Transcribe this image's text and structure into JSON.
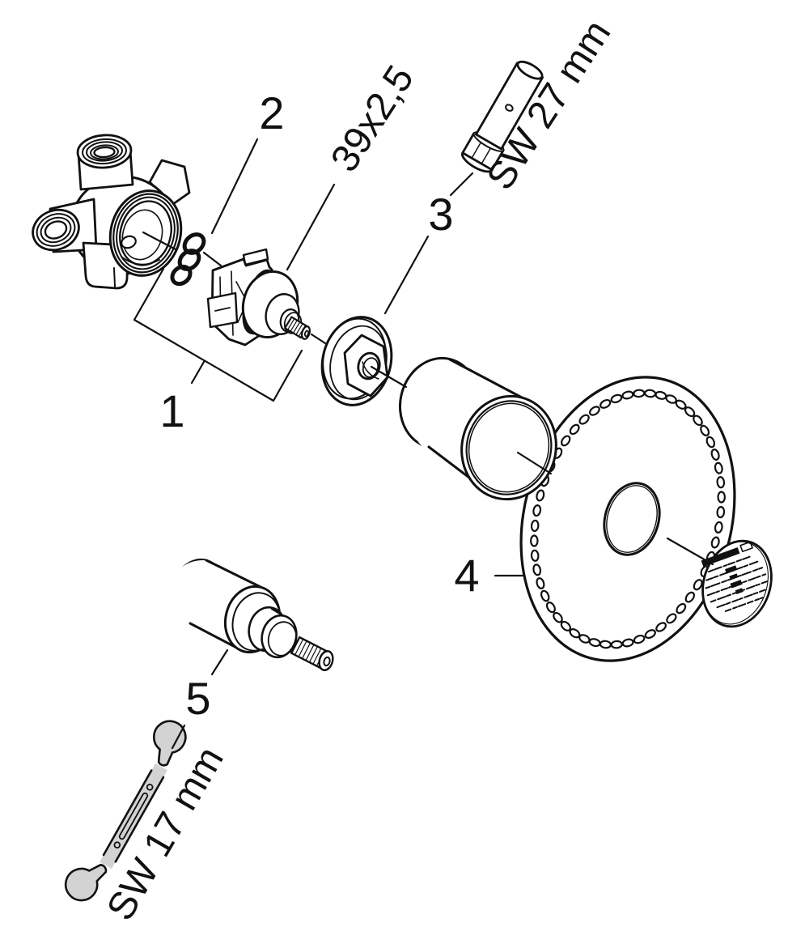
{
  "figure": {
    "type": "exploded-parts-diagram",
    "background_color": "#ffffff",
    "line_color": "#111111",
    "tool_fill_gray": "#d3d3d3"
  },
  "callouts": [
    {
      "number": "1"
    },
    {
      "number": "2"
    },
    {
      "number": "3"
    },
    {
      "number": "4"
    },
    {
      "number": "5"
    }
  ],
  "annotations": {
    "oring_size": "39x2,5",
    "socket_size": "SW 27 mm",
    "wrench_size": "SW 17 mm"
  },
  "parts": [
    "four-way-valve-body",
    "seal-ring-set",
    "cartridge-with-o-ring",
    "flanged-hex-nut",
    "socket-tool",
    "extension-sleeve",
    "escutcheon-with-holes",
    "instruction-sticker",
    "stop-extension-cartridge",
    "open-end-wrench"
  ]
}
